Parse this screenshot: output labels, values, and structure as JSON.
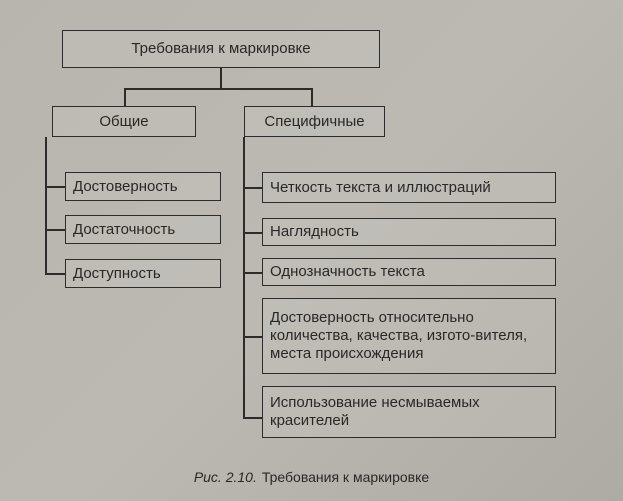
{
  "root": "Требования к маркировке",
  "branches": {
    "general": {
      "label": "Общие",
      "items": [
        "Достоверность",
        "Достаточность",
        "Доступность"
      ]
    },
    "specific": {
      "label": "Специфичные",
      "items": [
        "Четкость текста и иллюстраций",
        "Наглядность",
        "Однозначность текста",
        "Достоверность относительно количества, качества, изгото-вителя, места происхождения",
        "Использование несмываемых красителей"
      ]
    }
  },
  "caption": {
    "number": "Рис. 2.10.",
    "text": "Требования к маркировке"
  }
}
